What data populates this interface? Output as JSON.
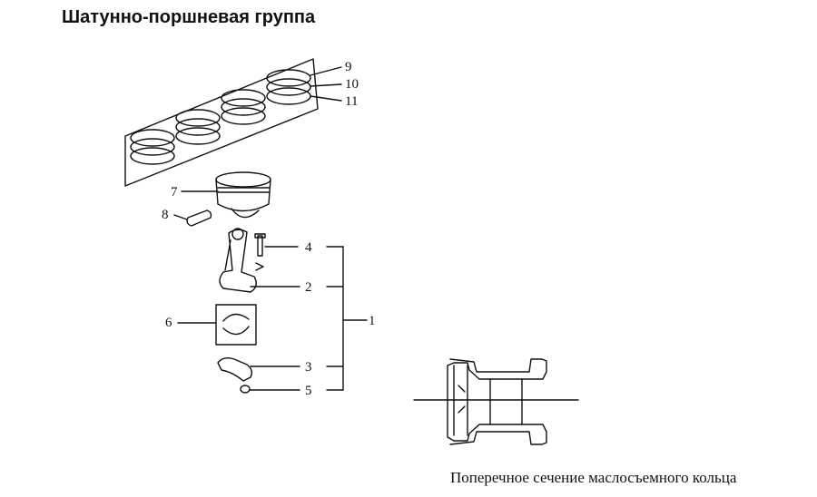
{
  "title": "Шатунно-поршневая группа",
  "caption": "Поперечное сечение маслосъемного кольца",
  "callouts": {
    "c1": "1",
    "c2": "2",
    "c3": "3",
    "c4": "4",
    "c5": "5",
    "c6": "6",
    "c7": "7",
    "c8": "8",
    "c9": "9",
    "c10": "10",
    "c11": "11"
  }
}
